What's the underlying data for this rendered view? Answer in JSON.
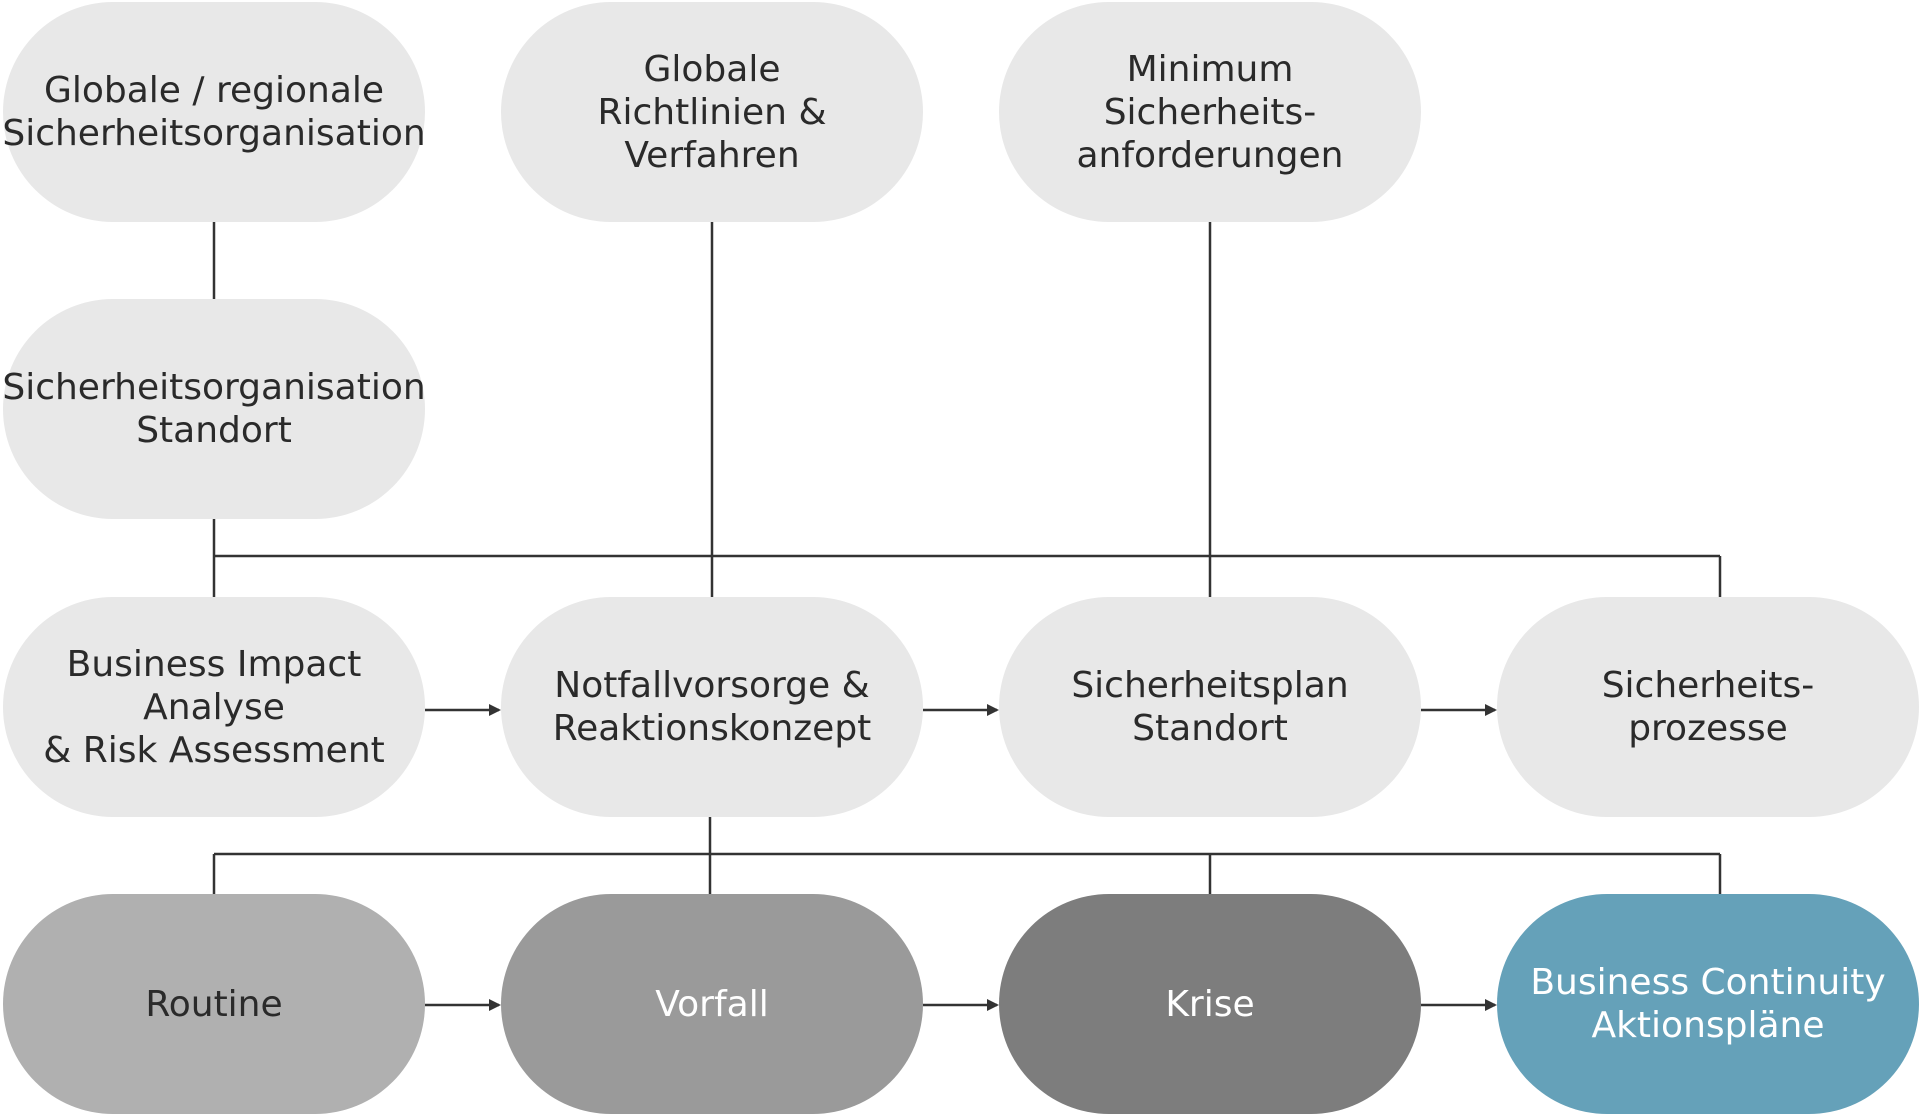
{
  "nodes": {
    "global_regional_org": "Globale / regionale\nSicherheitsorganisation",
    "global_policies": "Globale\nRichtlinien & Verfahren",
    "minimum_requirements": "Minimum\nSicherheits-\nanforderungen",
    "site_security_org": "Sicherheitsorganisation\nStandort",
    "bia_risk": "Business Impact\nAnalyse\n& Risk Assessment",
    "emergency_response": "Notfallvorsorge &\nReaktionskonzept",
    "site_security_plan": "Sicherheitsplan\nStandort",
    "security_processes": "Sicherheits-\nprozesse",
    "routine": "Routine",
    "incident": "Vorfall",
    "crisis": "Krise",
    "bc_action_plans": "Business Continuity\nAktionspläne"
  },
  "colors": {
    "light_node": "#e8e8e8",
    "routine": "#b0b0b0",
    "incident": "#9a9a9a",
    "crisis": "#7d7d7d",
    "bc_action_plans": "#65a1b9",
    "connector": "#333333",
    "light_text": "#2a2a2a",
    "inverse_text": "#ffffff"
  }
}
